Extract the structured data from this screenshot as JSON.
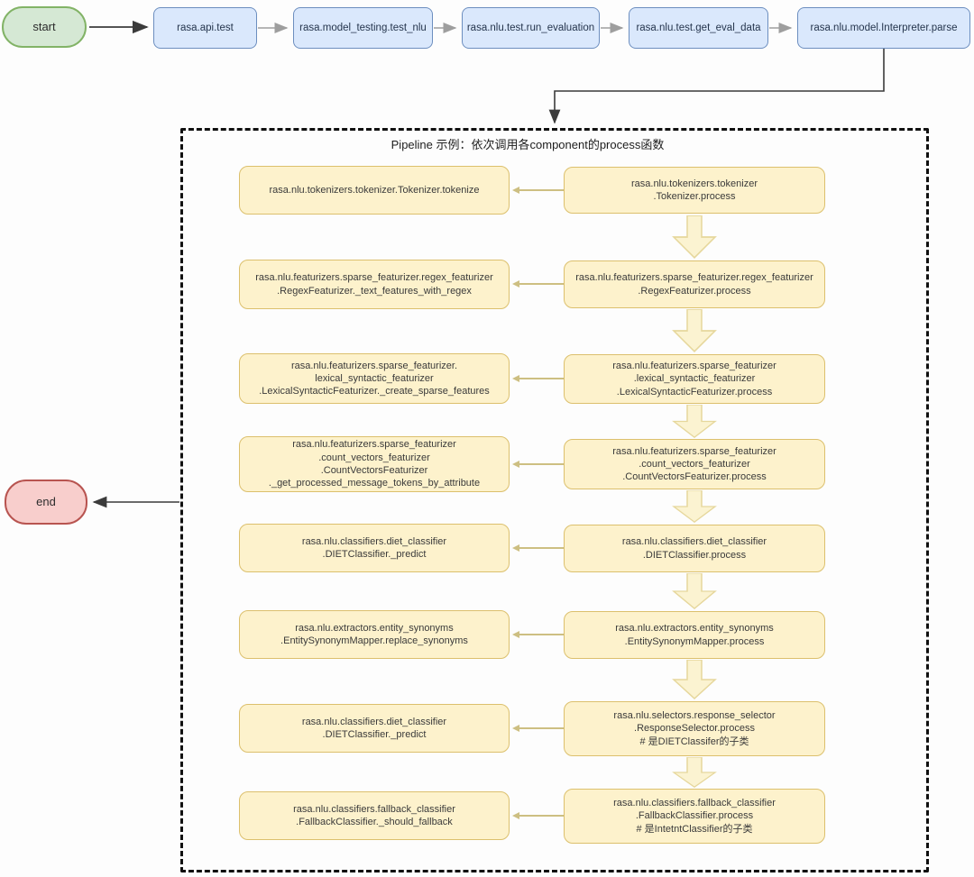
{
  "flow_top": {
    "start_label": "start",
    "nodes": [
      "rasa.api.test",
      "rasa.model_testing.test_nlu",
      "rasa.nlu.test.run_evaluation",
      "rasa.nlu.test.get_eval_data",
      "rasa.nlu.model.Interpreter.parse"
    ]
  },
  "end_label": "end",
  "pipeline": {
    "title": "Pipeline 示例：依次调用各component的process函数",
    "rows": [
      {
        "left": "rasa.nlu.tokenizers.tokenizer.Tokenizer.tokenize",
        "right": "rasa.nlu.tokenizers.tokenizer\n.Tokenizer.process"
      },
      {
        "left": "rasa.nlu.featurizers.sparse_featurizer.regex_featurizer\n.RegexFeaturizer._text_features_with_regex",
        "right": "rasa.nlu.featurizers.sparse_featurizer.regex_featurizer\n.RegexFeaturizer.process"
      },
      {
        "left": "rasa.nlu.featurizers.sparse_featurizer.\nlexical_syntactic_featurizer\n.LexicalSyntacticFeaturizer._create_sparse_features",
        "right": "rasa.nlu.featurizers.sparse_featurizer\n.lexical_syntactic_featurizer\n.LexicalSyntacticFeaturizer.process"
      },
      {
        "left": "rasa.nlu.featurizers.sparse_featurizer\n.count_vectors_featurizer\n.CountVectorsFeaturizer\n._get_processed_message_tokens_by_attribute",
        "right": "rasa.nlu.featurizers.sparse_featurizer\n.count_vectors_featurizer\n.CountVectorsFeaturizer.process"
      },
      {
        "left": "rasa.nlu.classifiers.diet_classifier\n.DIETClassifier._predict",
        "right": "rasa.nlu.classifiers.diet_classifier\n.DIETClassifier.process"
      },
      {
        "left": "rasa.nlu.extractors.entity_synonyms\n.EntitySynonymMapper.replace_synonyms",
        "right": "rasa.nlu.extractors.entity_synonyms\n.EntitySynonymMapper.process"
      },
      {
        "left": "rasa.nlu.classifiers.diet_classifier\n.DIETClassifier._predict",
        "right": "rasa.nlu.selectors.response_selector\n.ResponseSelector.process\n# 是DIETClassifer的子类"
      },
      {
        "left": "rasa.nlu.classifiers.fallback_classifier\n.FallbackClassifier._should_fallback",
        "right": "rasa.nlu.classifiers.fallback_classifier\n.FallbackClassifier.process\n# 是IntetntClassifier的子类"
      }
    ]
  },
  "colors": {
    "green_fill": "#d5e8d4",
    "green_stroke": "#82b366",
    "red_fill": "#f8cecc",
    "red_stroke": "#b85450",
    "blue_fill": "#dae8fc",
    "blue_stroke": "#6c8ebf",
    "yellow_fill": "#fdf2cc",
    "yellow_stroke": "#dcc06d",
    "arrow_yellow": "#cdbf82",
    "block_arrow_fill": "#fbf3d1",
    "block_arrow_stroke": "#e6d79c",
    "connector_dark": "#3b3b3b",
    "connector_gray": "#9e9e9e"
  }
}
